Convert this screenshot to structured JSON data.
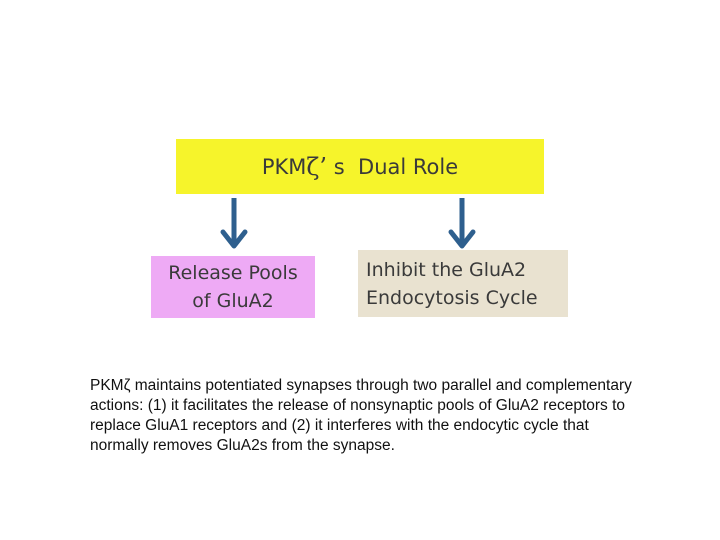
{
  "colors": {
    "title_box": "#f6f42b",
    "left_box": "#eeaaf5",
    "right_box": "#e9e2d0",
    "arrow": "#2e5f8e"
  },
  "title": {
    "prefix": "PKM",
    "greek": "ζ’",
    "suffix": " s  Dual Role"
  },
  "left_box": {
    "line1": "Release Pools",
    "line2": "of GluA2"
  },
  "right_box": {
    "line1": "Inhibit the GluA2",
    "line2": "Endocytosis Cycle"
  },
  "caption": "PKMζ maintains potentiated synapses through two parallel and complementary actions: (1) it facilitates the release of nonsynaptic pools of GluA2 receptors to replace GluA1 receptors and (2) it interferes with the endocytic cycle that normally removes GluA2s from the synapse."
}
